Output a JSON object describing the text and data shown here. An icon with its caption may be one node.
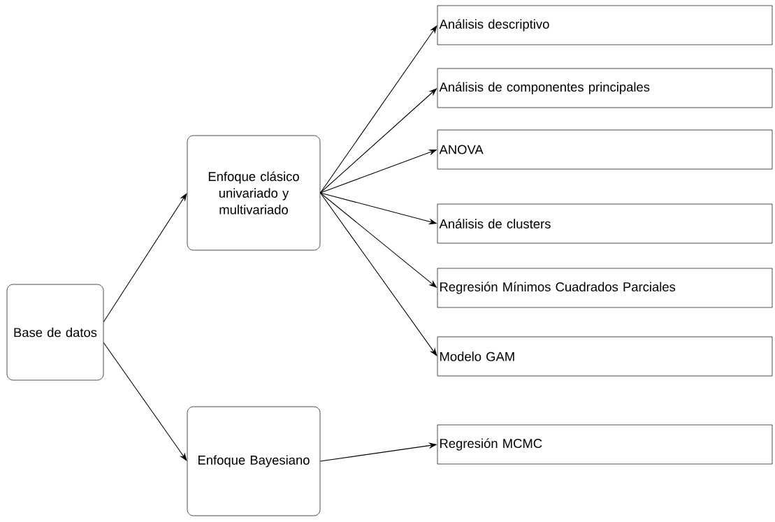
{
  "diagram": {
    "nodes": [
      {
        "text": [
          "Base de datos"
        ]
      },
      {
        "text": [
          "Enfoque clásico univariado y multivariado"
        ]
      },
      {
        "text": [
          "Enfoque Bayesiano"
        ]
      },
      {
        "text": [
          "Análisis descriptivo"
        ]
      },
      {
        "text": [
          "Análisis de componentes principales"
        ]
      },
      {
        "text": [
          "ANOVA"
        ]
      },
      {
        "text": [
          "Análisis de clusters"
        ]
      },
      {
        "text": [
          "Regresión Mínimos Cuadrados Parciales"
        ]
      },
      {
        "text": [
          "Modelo GAM"
        ]
      },
      {
        "text": [
          "Regresión MCMC"
        ]
      }
    ],
    "edges": [
      {
        "from": 0,
        "to": 1,
        "arrow": "to"
      },
      {
        "from": 0,
        "to": 2,
        "arrow": "to"
      },
      {
        "from": 1,
        "to": 3,
        "arrow": "to"
      },
      {
        "from": 1,
        "to": 4,
        "arrow": "to"
      },
      {
        "from": 1,
        "to": 5,
        "arrow": "to"
      },
      {
        "from": 1,
        "to": 6,
        "arrow": "to"
      },
      {
        "from": 1,
        "to": 7,
        "arrow": "to"
      },
      {
        "from": 1,
        "to": 8,
        "arrow": "to"
      },
      {
        "from": 2,
        "to": 9,
        "arrow": "to"
      }
    ]
  }
}
